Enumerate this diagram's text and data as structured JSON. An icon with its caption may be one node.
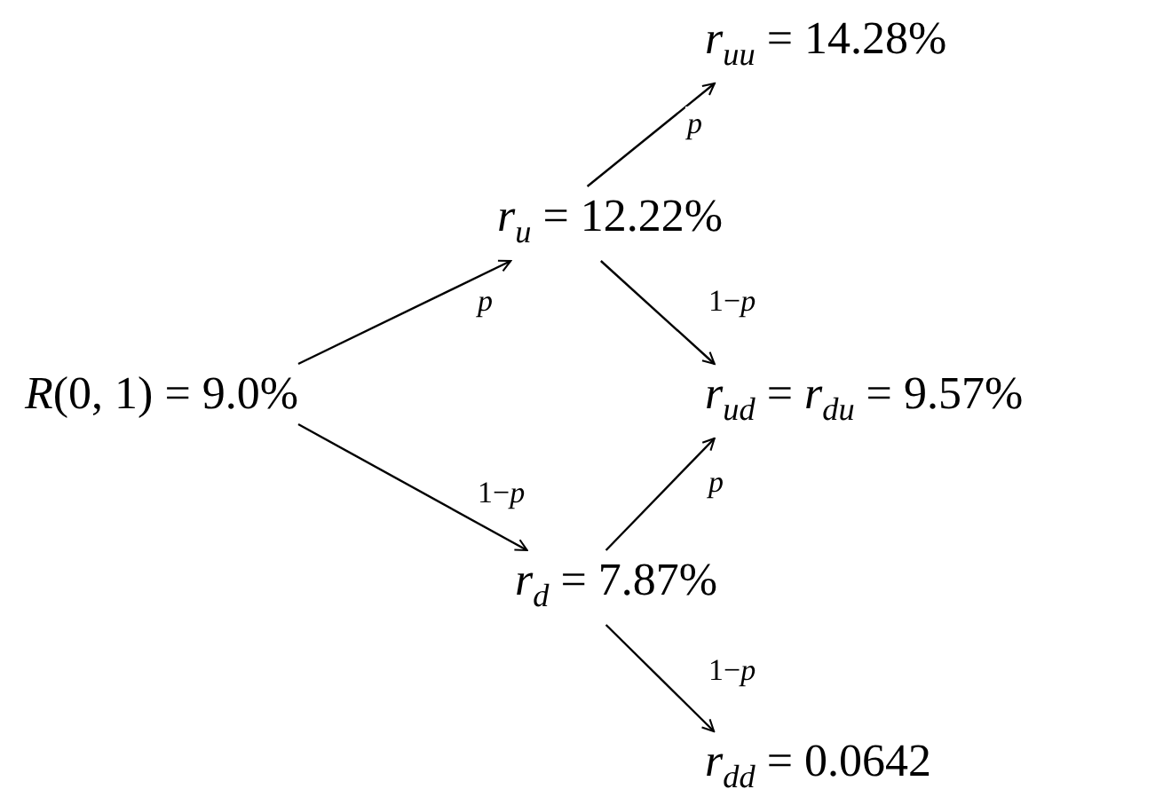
{
  "diagram": {
    "nodes": [
      {
        "text": [
          "*R*(0, 1) = 9.0%"
        ]
      },
      {
        "text": [
          "*r*$_{u}$ = 12.22%"
        ]
      },
      {
        "text": [
          "*r*$_{d}$ = 7.87%"
        ]
      },
      {
        "text": [
          "*r*$_{uu}$ = 14.28%"
        ]
      },
      {
        "text": [
          "*r*$_{ud}$ = *r*$_{du}$ = 9.57%"
        ]
      },
      {
        "text": [
          "*r*$_{dd}$ = 0.0642"
        ]
      }
    ],
    "edges": [
      {
        "from": 0,
        "to": 1,
        "arrow": "to",
        "label": "*p*"
      },
      {
        "from": 0,
        "to": 2,
        "arrow": "to",
        "label": "1−*p*"
      },
      {
        "from": 1,
        "to": 3,
        "arrow": "to",
        "label": "*p*"
      },
      {
        "from": 1,
        "to": 4,
        "arrow": "to",
        "label": "1−*p*"
      },
      {
        "from": 2,
        "to": 4,
        "arrow": "to",
        "label": "*p*"
      },
      {
        "from": 2,
        "to": 5,
        "arrow": "to",
        "label": "1−*p*"
      }
    ]
  }
}
